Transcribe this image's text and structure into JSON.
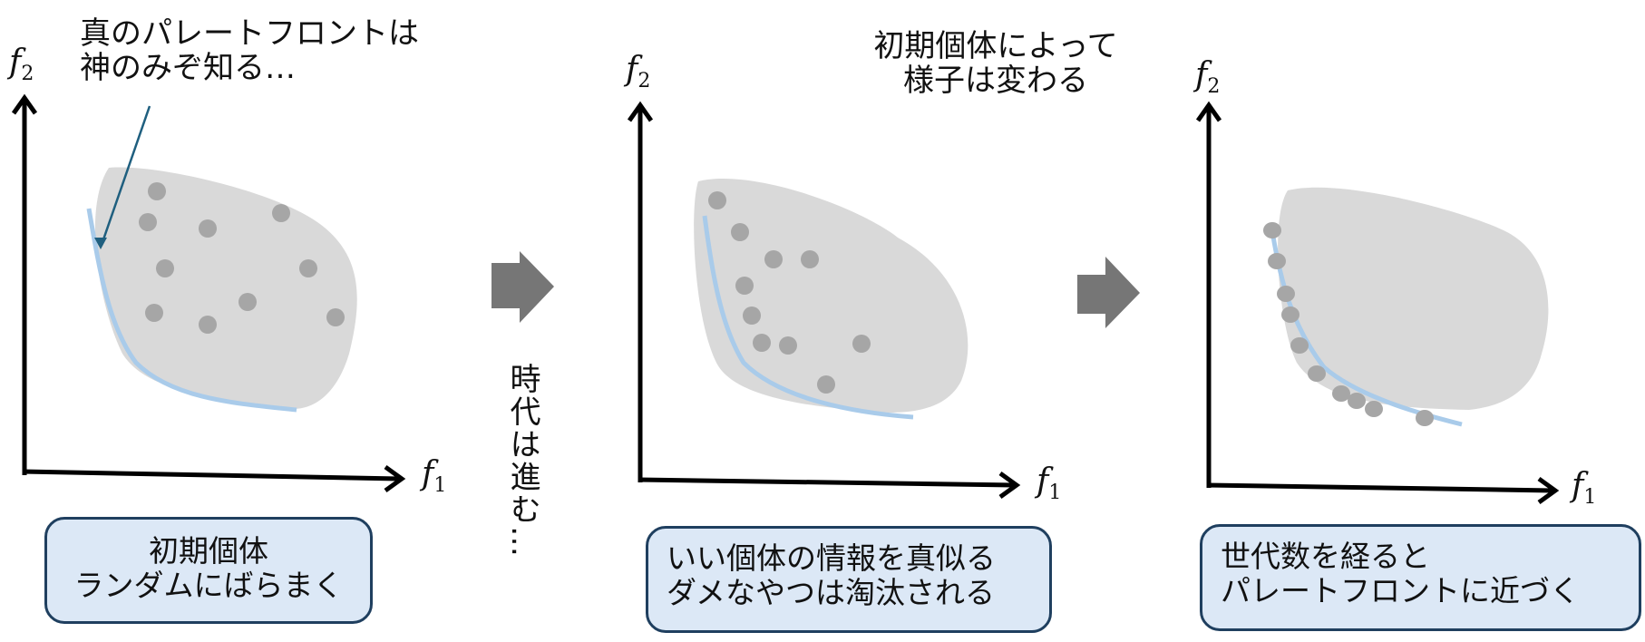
{
  "panels": [
    {
      "axis_x": "f",
      "axis_x_sub": "1",
      "axis_y": "f",
      "axis_y_sub": "2",
      "box_line1": "初期個体",
      "box_line2": "ランダムにばらまく"
    },
    {
      "axis_x": "f",
      "axis_x_sub": "1",
      "axis_y": "f",
      "axis_y_sub": "2",
      "box_line1": "いい個体の情報を真似る",
      "box_line2": "ダメなやつは淘汰される"
    },
    {
      "axis_x": "f",
      "axis_x_sub": "1",
      "axis_y": "f",
      "axis_y_sub": "2",
      "box_line1": "世代数を経ると",
      "box_line2": "パレートフロントに近づく"
    }
  ],
  "annotations": {
    "true_front_line1": "真のパレートフロントは",
    "true_front_line2": "神のみぞ知る…",
    "initial_dep_line1": "初期個体によって",
    "initial_dep_line2": "様子は変わる",
    "time_passes": "時代は進む…"
  },
  "colors": {
    "region": "#d9d9d9",
    "front": "#a9cbea",
    "dot": "#a6a6a6",
    "arrow": "#767676",
    "box_fill": "#dce8f6",
    "box_border": "#1f3f5f",
    "pointer": "#1f5f7f"
  }
}
